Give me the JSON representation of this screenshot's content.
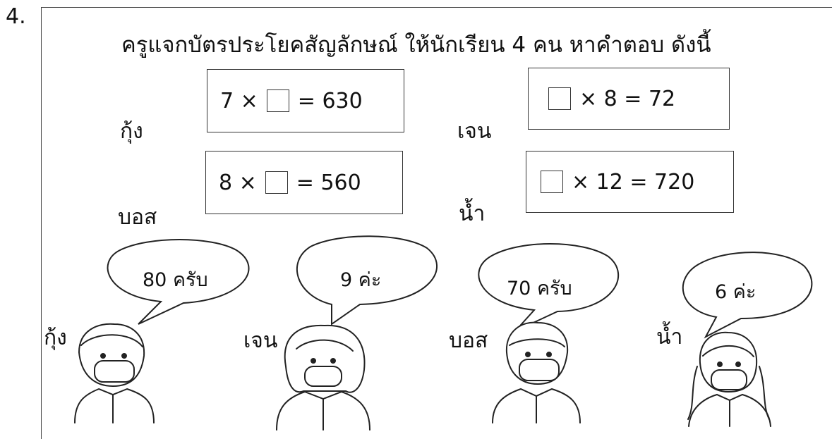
{
  "question_number": "4.",
  "title": "ครูแจกบัตรประโยคสัญลักษณ์ ให้นักเรียน 4 คน หาคำตอบ ดังนี้",
  "cards": [
    {
      "name": "กุ้ง",
      "left": "7 ×",
      "right": "= 630"
    },
    {
      "name": "เจน",
      "left": "",
      "right": "× 8  =  72"
    },
    {
      "name": "บอส",
      "left": "8 ×",
      "right": "= 560"
    },
    {
      "name": "น้ำ",
      "left": "",
      "right": "× 12 = 720"
    }
  ],
  "students": [
    {
      "name": "กุ้ง",
      "answer": "80 ครับ"
    },
    {
      "name": "เจน",
      "answer": "9 ค่ะ"
    },
    {
      "name": "บอส",
      "answer": "70 ครับ"
    },
    {
      "name": "น้ำ",
      "answer": "6 ค่ะ"
    }
  ]
}
